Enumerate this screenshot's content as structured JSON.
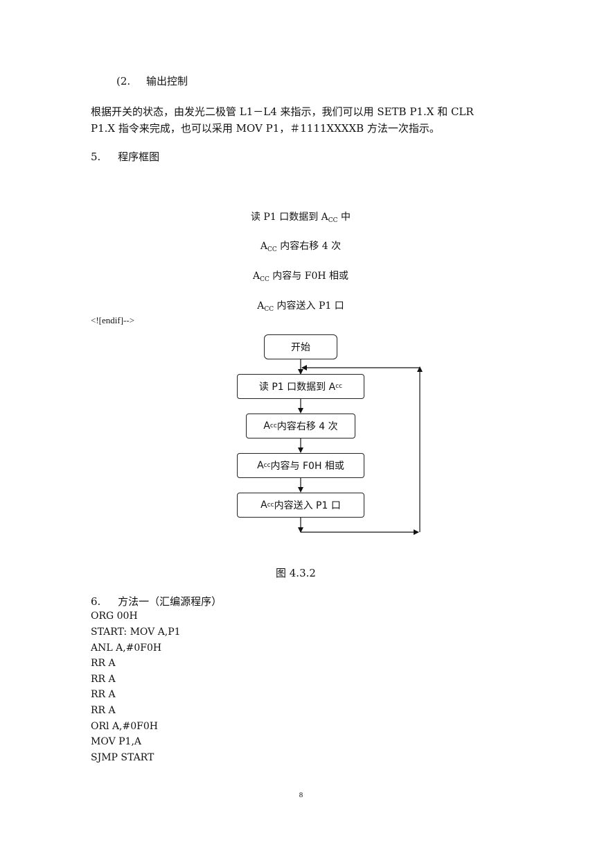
{
  "section_output": {
    "heading_num": "(2.",
    "heading_text": "输出控制",
    "para_line1": "根据开关的状态，由发光二极管 L1－L4 来指示，我们可以用 SETB   P1.X 和 CLR",
    "para_line2": "P1.X 指令来完成，也可以采用 MOV   P1，＃1111XXXXB 方法一次指示。"
  },
  "section_flow": {
    "heading_num": "5.",
    "heading_text": "程序框图"
  },
  "fallback_steps": [
    {
      "pre": "读 P1 口数据到 A",
      "sub": "CC",
      "post": " 中"
    },
    {
      "pre": "A",
      "sub": "CC",
      "post": " 内容右移 4 次"
    },
    {
      "pre": "A",
      "sub": "CC",
      "post": " 内容与 F0H 相或"
    },
    {
      "pre": "A",
      "sub": "CC",
      "post": " 内容送入 P1 口"
    }
  ],
  "endif_comment": "<![endif]-->",
  "flowchart": {
    "start": "开始",
    "step1": {
      "pre": "读 P1 口数据到 A",
      "sub": "cc",
      "post": ""
    },
    "step2": {
      "pre": "A",
      "sub": "cc",
      "post": "内容右移 4 次"
    },
    "step3": {
      "pre": "A",
      "sub": "cc",
      "post": "内容与 F0H 相或"
    },
    "step4": {
      "pre": "A",
      "sub": "cc",
      "post": "内容送入 P1 口"
    }
  },
  "figure_caption": "图 4.3.2",
  "section_code": {
    "heading_num": "6.",
    "heading_text": "方法一（汇编源程序）",
    "lines": [
      "ORG 00H",
      "START: MOV A,P1",
      "ANL A,#0F0H",
      "RR A",
      "RR A",
      "RR A",
      "RR A",
      "ORl A,#0F0H",
      "MOV P1,A",
      "SJMP START"
    ]
  },
  "page_number": "8"
}
